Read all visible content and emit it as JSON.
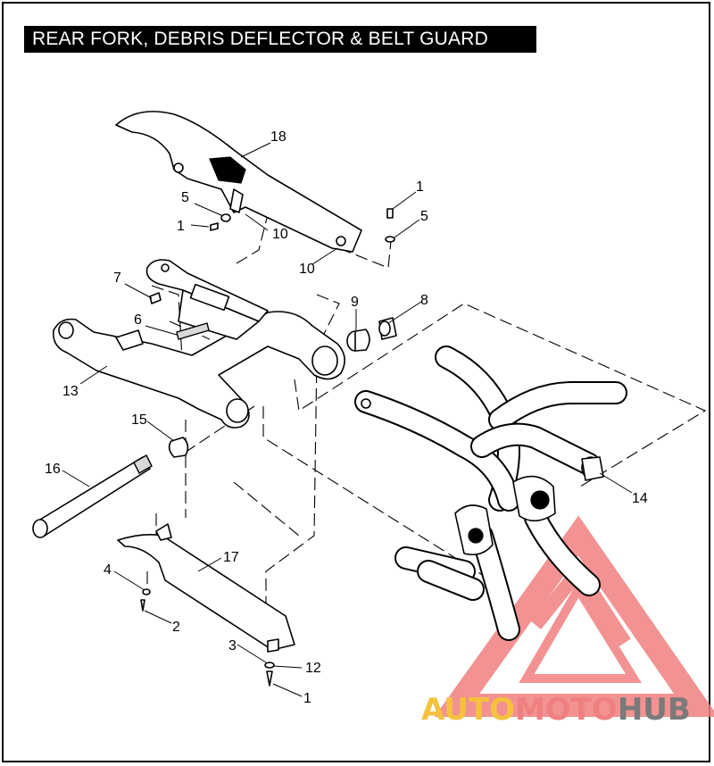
{
  "title": "REAR FORK, DEBRIS DEFLECTOR & BELT GUARD",
  "callouts": [
    "18",
    "1",
    "5",
    "5",
    "1",
    "10",
    "10",
    "7",
    "9",
    "8",
    "6",
    "13",
    "15",
    "16",
    "14",
    "17",
    "4",
    "2",
    "3",
    "12",
    "1"
  ],
  "watermark": {
    "part1": "AUTO",
    "part2": "MOTO",
    "part3": "HUB",
    "color1": "#f6c23e",
    "color2": "#f08080",
    "color3": "#7a7a7a",
    "triangle_color": "#f08080"
  },
  "illustration": {
    "frame_color": "#000000",
    "background": "#ffffff"
  }
}
